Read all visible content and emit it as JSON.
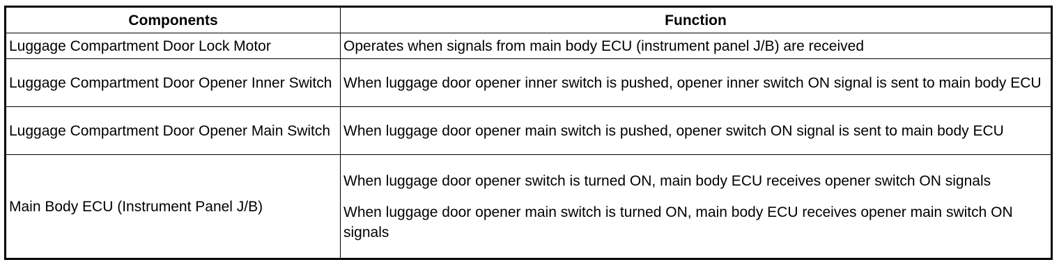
{
  "table": {
    "headers": [
      "Components",
      "Function"
    ],
    "rows": [
      {
        "component": "Luggage Compartment Door Lock Motor",
        "functions": [
          "Operates when signals from main body ECU (instrument panel J/B) are received"
        ]
      },
      {
        "component": "Luggage Compartment Door Opener Inner Switch",
        "functions": [
          "When luggage door opener inner switch is pushed, opener inner switch ON signal is sent to main body ECU"
        ]
      },
      {
        "component": "Luggage Compartment Door Opener Main Switch",
        "functions": [
          "When luggage door opener main switch is pushed, opener switch ON signal is sent to main body ECU"
        ]
      },
      {
        "component": "Main Body ECU (Instrument Panel J/B)",
        "functions": [
          "When luggage door opener switch is turned ON, main body ECU receives opener switch ON signals",
          "When luggage door opener main switch is turned ON, main body ECU receives opener main switch ON signals"
        ]
      }
    ]
  }
}
